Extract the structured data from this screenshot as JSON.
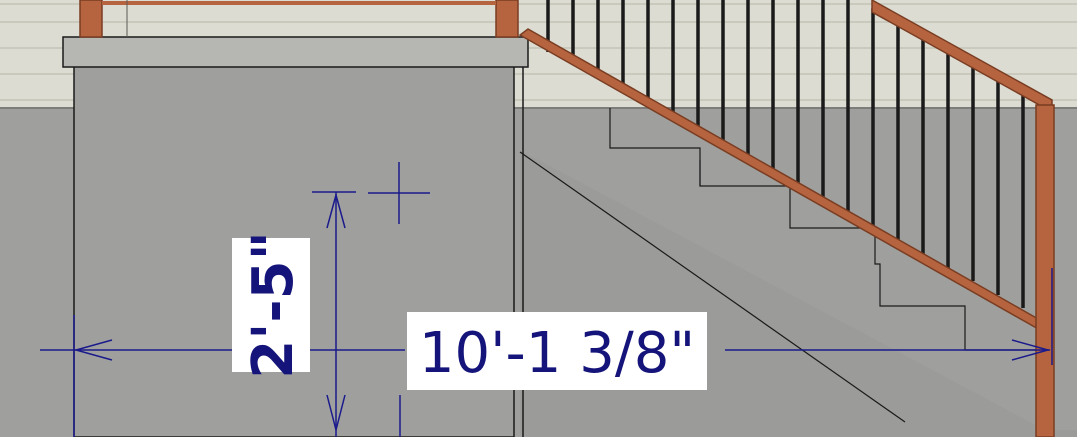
{
  "viewport": {
    "name": "elevation-view"
  },
  "dimensions": {
    "horizontal": {
      "label": "10'-1 3/8\""
    },
    "vertical": {
      "label": "2'-5\""
    }
  },
  "colors": {
    "background_upper": "#dcdcd2",
    "siding_band": "#e2e2d8",
    "wall": "#9fa09d",
    "wall_dark": "#959693",
    "post_cap": "#b6b7b2",
    "railing": "#b5643f",
    "railing_dark": "#7a3d22",
    "baluster": "#1a1a1a",
    "dimension_line": "#1a1a8c",
    "dimension_text": "#14147a",
    "dimension_text_bg": "#ffffff",
    "outline": "#1a1a1a"
  },
  "icons": {
    "crosshair": "crosshair-cursor-icon"
  }
}
